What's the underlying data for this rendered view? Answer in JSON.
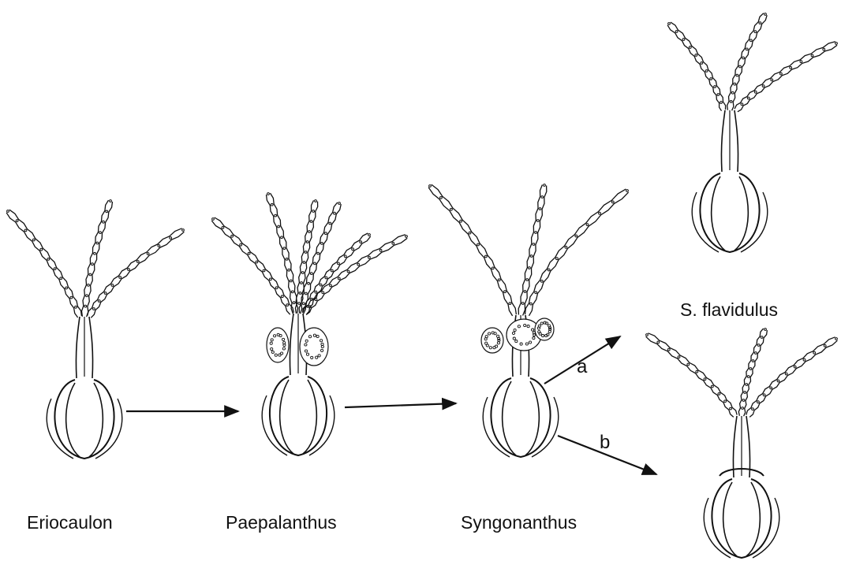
{
  "labels": {
    "eriocaulon": "Eriocaulon",
    "paepalanthus": "Paepalanthus",
    "syngonanthus": "Syngonanthus",
    "s_flavidulus": "S. flavidulus"
  },
  "arrow_letters": {
    "a": "a",
    "b": "b"
  },
  "colors": {
    "ink": "#111111",
    "paper": "#ffffff"
  }
}
